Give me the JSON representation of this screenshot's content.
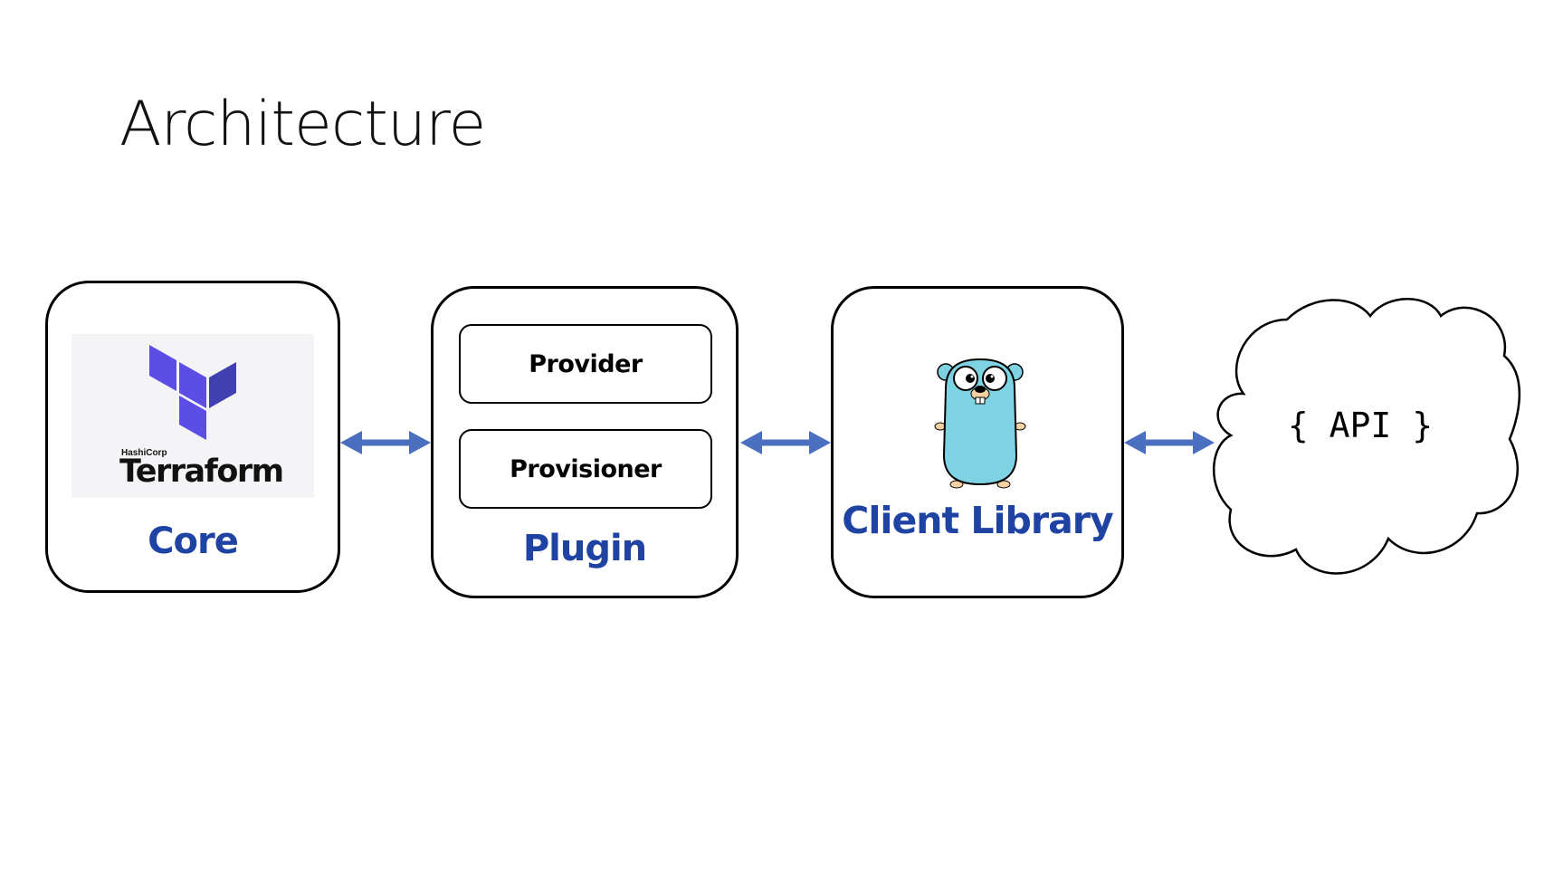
{
  "title": "Architecture",
  "colors": {
    "label_blue": "#1f43a3",
    "arrow_blue": "#4a6fbf",
    "terraform_purple": "#5c4ee5",
    "gopher_blue": "#7ed3e2"
  },
  "core": {
    "label": "Core",
    "logo": {
      "company": "HashiCorp",
      "product": "Terraform",
      "icon": "terraform-logo-icon"
    }
  },
  "plugin": {
    "label": "Plugin",
    "items": [
      "Provider",
      "Provisioner"
    ]
  },
  "client": {
    "label": "Client Library",
    "icon": "go-gopher-icon"
  },
  "api": {
    "label": "{ API }",
    "icon": "cloud-icon"
  },
  "connections": [
    {
      "from": "Core",
      "to": "Plugin",
      "direction": "bidirectional"
    },
    {
      "from": "Plugin",
      "to": "Client Library",
      "direction": "bidirectional"
    },
    {
      "from": "Client Library",
      "to": "{ API }",
      "direction": "bidirectional"
    }
  ]
}
